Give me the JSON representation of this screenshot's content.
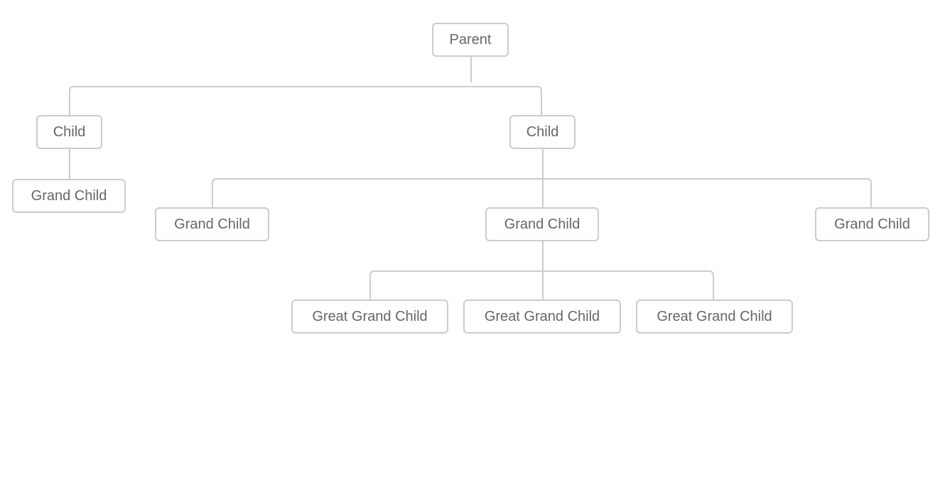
{
  "colors": {
    "node_border": "#cccccc",
    "node_text": "#666666",
    "connector": "#cccccc",
    "background": "#ffffff"
  },
  "tree": {
    "root": {
      "label": "Parent",
      "children": [
        {
          "label": "Child",
          "children": [
            {
              "label": "Grand Child",
              "children": []
            }
          ]
        },
        {
          "label": "Child",
          "children": [
            {
              "label": "Grand Child",
              "children": []
            },
            {
              "label": "Grand Child",
              "children": [
                {
                  "label": "Great Grand Child",
                  "children": []
                },
                {
                  "label": "Great Grand Child",
                  "children": []
                },
                {
                  "label": "Great Grand Child",
                  "children": []
                }
              ]
            },
            {
              "label": "Grand Child",
              "children": []
            }
          ]
        }
      ]
    }
  }
}
